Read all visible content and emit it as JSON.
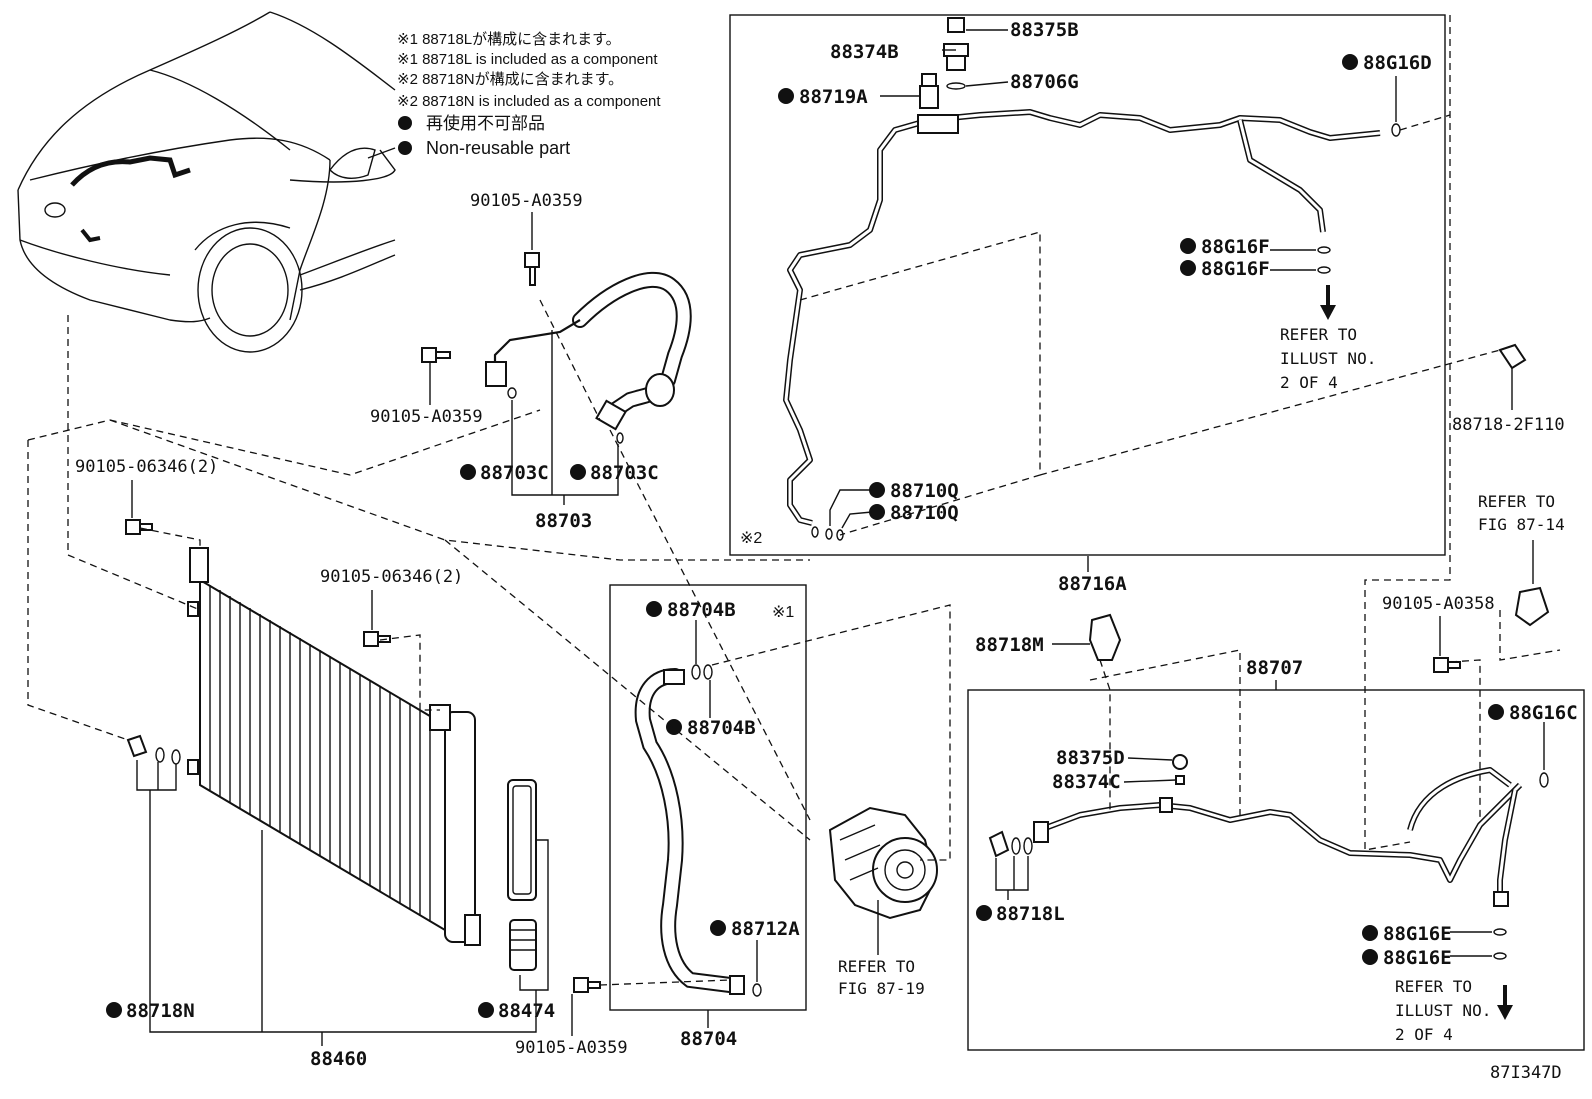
{
  "notes": {
    "n1_jp": "※1 88718Lが構成に含まれます。",
    "n1_en": "※1 88718L is included as a component",
    "n2_jp": "※2 88718Nが構成に含まれます。",
    "n2_en": "※2 88718N is included as a component",
    "nr_jp": "再使用不可部品",
    "nr_en": "Non-reusable part"
  },
  "parts": {
    "p88375B": "88375B",
    "p88374B": "88374B",
    "p88706G": "88706G",
    "p88719A": "88719A",
    "p88G16D": "88G16D",
    "p88G16F_1": "88G16F",
    "p88G16F_2": "88G16F",
    "p88710Q_1": "88710Q",
    "p88710Q_2": "88710Q",
    "p88716A": "88716A",
    "p88718_2F110": "88718-2F110",
    "p90105_A0359_top": "90105-A0359",
    "p90105_A0359_mid": "90105-A0359",
    "p90105_A0359_bot": "90105-A0359",
    "p88703C_1": "88703C",
    "p88703C_2": "88703C",
    "p88703": "88703",
    "p90105_06346_1": "90105-06346(2)",
    "p90105_06346_2": "90105-06346(2)",
    "p88704B_1": "88704B",
    "p88704B_2": "88704B",
    "p88712A": "88712A",
    "p88704": "88704",
    "p88718M": "88718M",
    "p88707": "88707",
    "p90105_A0358": "90105-A0358",
    "p88G16C": "88G16C",
    "p88375D": "88375D",
    "p88374C": "88374C",
    "p88718L": "88718L",
    "p88G16E_1": "88G16E",
    "p88G16E_2": "88G16E",
    "p88718N": "88718N",
    "p88474": "88474",
    "p88460": "88460"
  },
  "refs": {
    "r1_l1": "REFER TO",
    "r1_l2": "ILLUST NO.",
    "r1_l3": "2 OF 4",
    "r2_l1": "REFER TO",
    "r2_l2": "FIG 87-14",
    "r3_l1": "REFER TO",
    "r3_l2": "FIG 87-19",
    "r4_l1": "REFER TO",
    "r4_l2": "ILLUST NO.",
    "r4_l3": "2 OF 4"
  },
  "marks": {
    "kome1": "※1",
    "kome2": "※2"
  },
  "figure_id": "87I347D"
}
